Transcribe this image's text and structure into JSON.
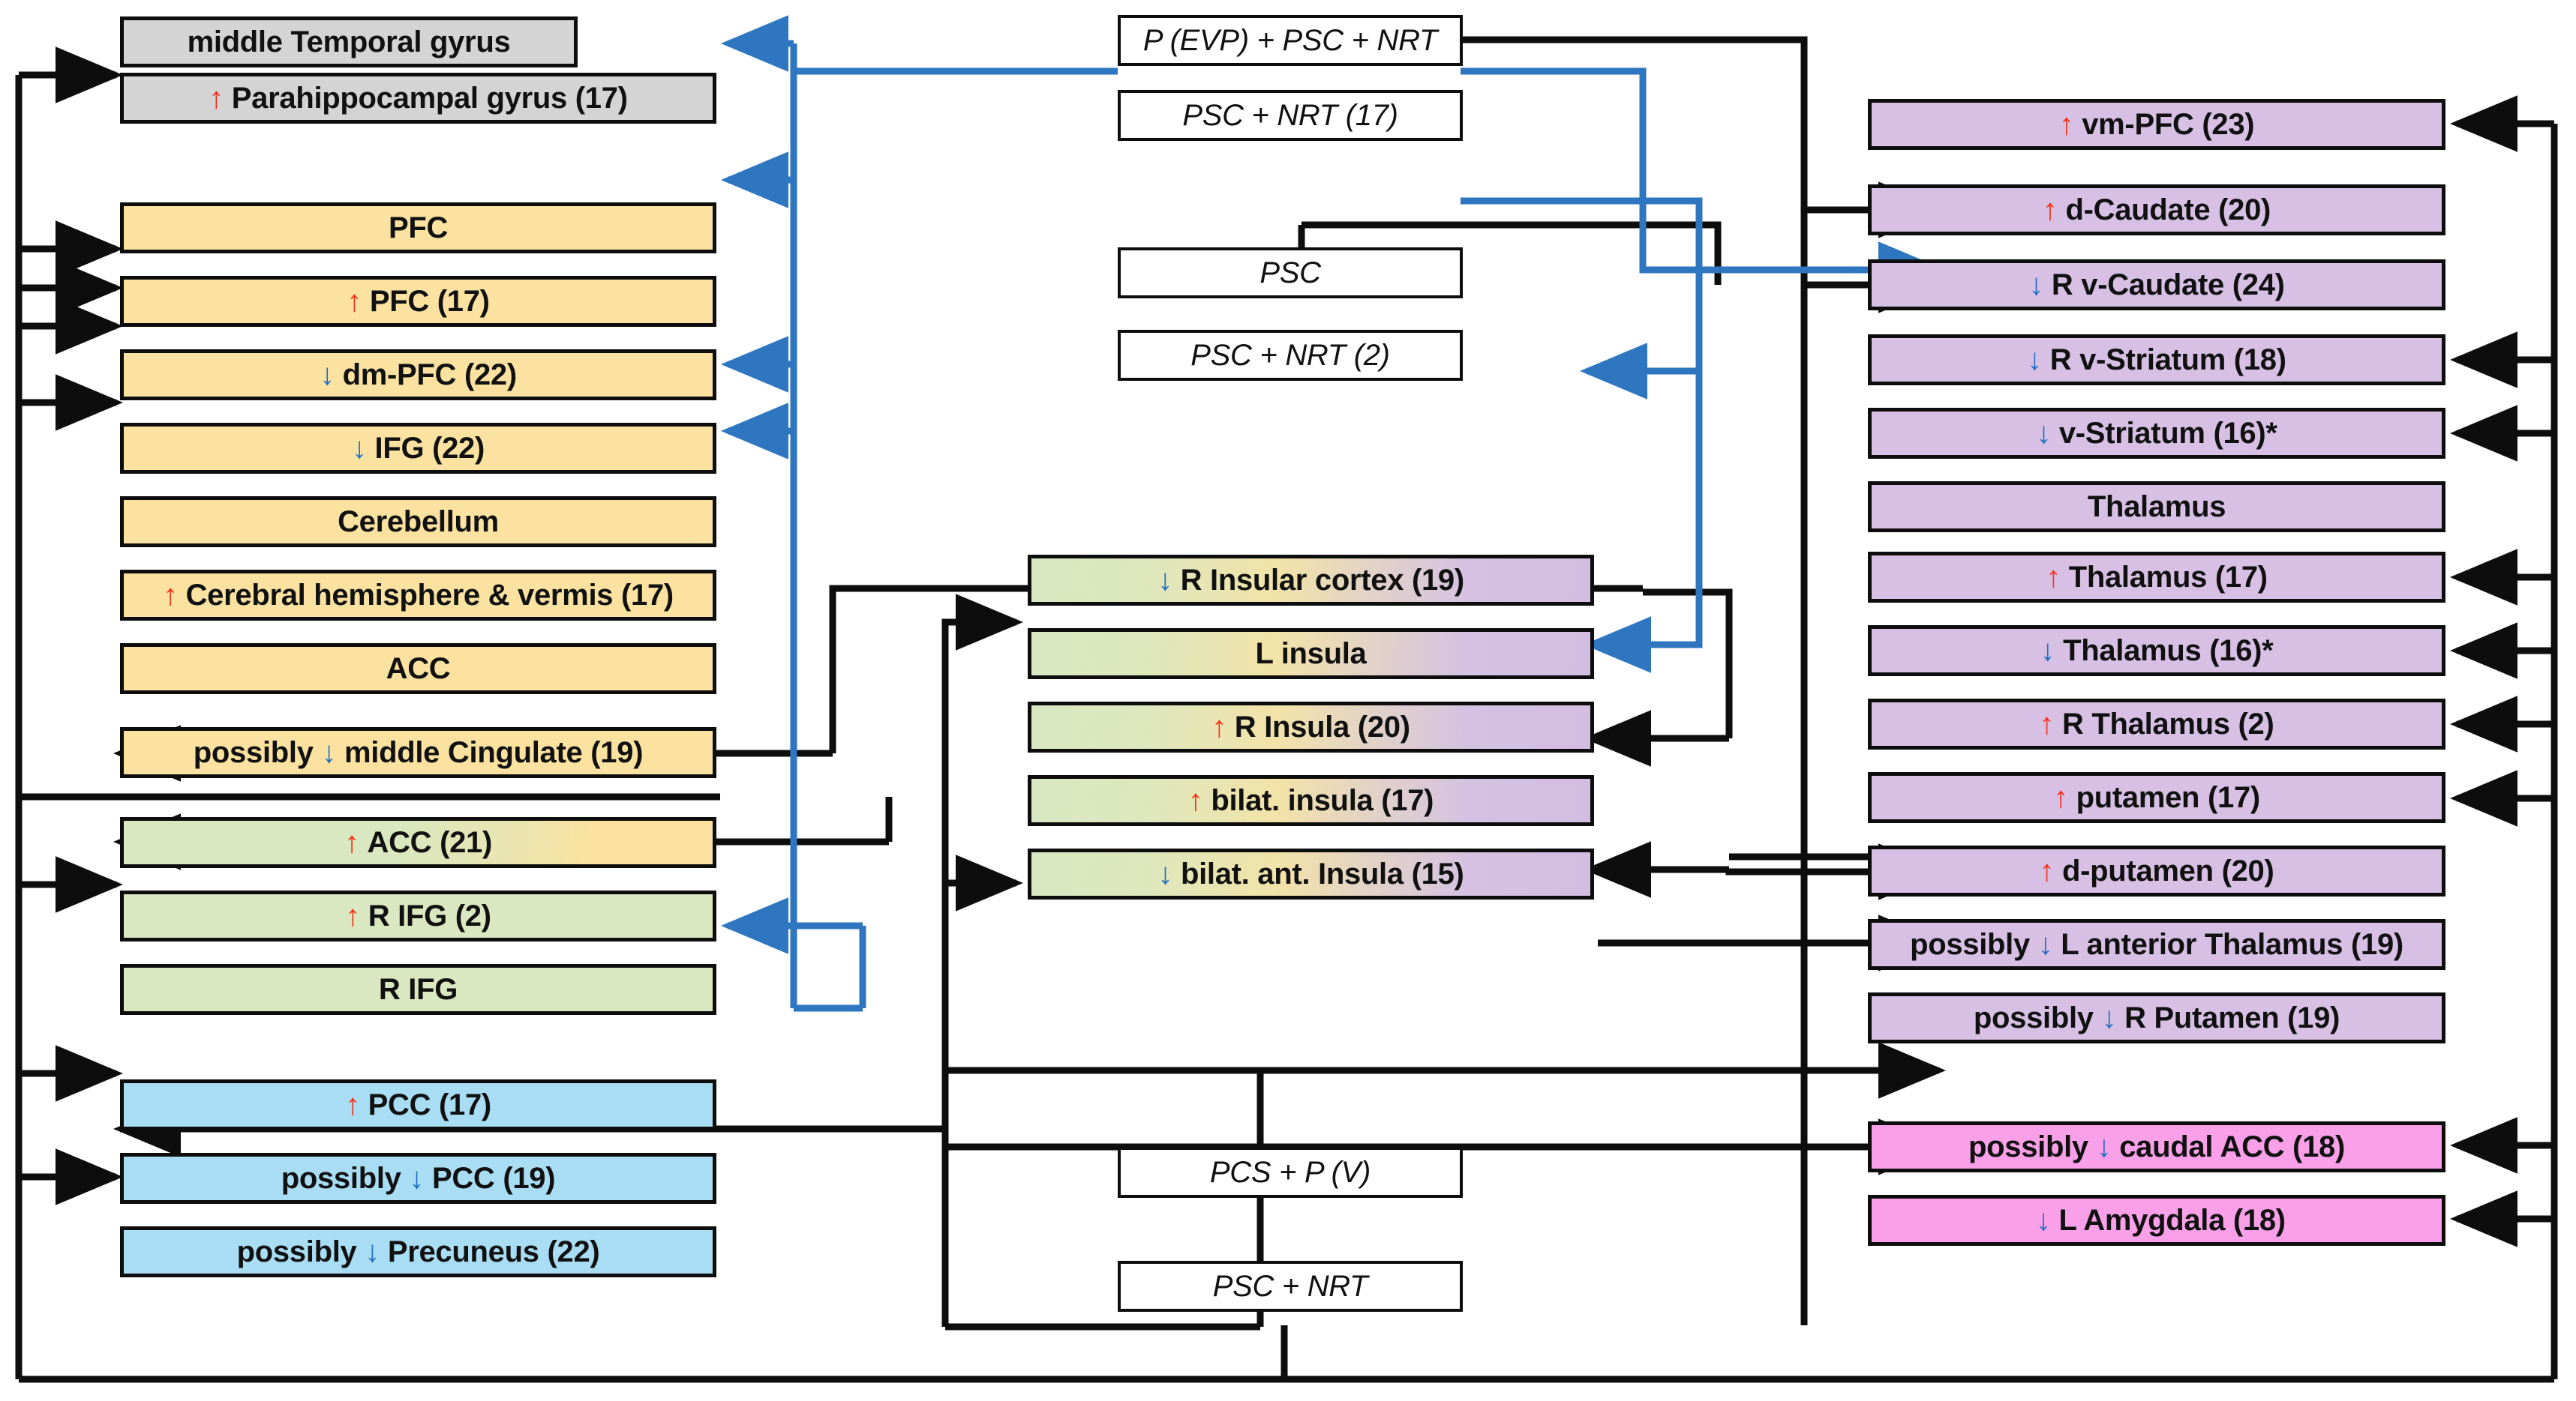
{
  "colors": {
    "up_arrow": "#f5331b",
    "down_arrow": "#1f6fc4",
    "grey": "#d4d4d4",
    "yellow": "#fbe2a0",
    "green": "#d9e8c0",
    "blue": "#a9ddf4",
    "purple": "#d8c0e4",
    "pink": "#f9a0e8",
    "connector_black": "#0d0d0d",
    "connector_blue": "#2e76c0"
  },
  "glyphs": {
    "up": "↑",
    "down": "↓"
  },
  "left_column": {
    "grey_group": [
      {
        "pre": "",
        "arrow": "",
        "label": "middle Temporal gyrus"
      },
      {
        "pre": "",
        "arrow": "up",
        "label": "Parahippocampal gyrus (17)"
      }
    ],
    "yellow_group": [
      {
        "pre": "",
        "arrow": "",
        "label": "PFC"
      },
      {
        "pre": "",
        "arrow": "up",
        "label": "PFC (17)"
      },
      {
        "pre": "",
        "arrow": "down",
        "label": "dm-PFC (22)"
      },
      {
        "pre": "",
        "arrow": "down",
        "label": "IFG (22)"
      },
      {
        "pre": "",
        "arrow": "",
        "label": "Cerebellum"
      },
      {
        "pre": "",
        "arrow": "up",
        "label": "Cerebral hemisphere & vermis (17)"
      },
      {
        "pre": "",
        "arrow": "",
        "label": "ACC"
      },
      {
        "pre": "possibly",
        "arrow": "down",
        "label": "middle Cingulate (19)"
      }
    ],
    "green_group": [
      {
        "pre": "",
        "arrow": "up",
        "label": "ACC (21)"
      },
      {
        "pre": "",
        "arrow": "up",
        "label": "R IFG (2)"
      },
      {
        "pre": "",
        "arrow": "",
        "label": "R IFG"
      }
    ],
    "blue_group": [
      {
        "pre": "",
        "arrow": "up",
        "label": "PCC (17)"
      },
      {
        "pre": "possibly",
        "arrow": "down",
        "label": "PCC (19)"
      },
      {
        "pre": "possibly",
        "arrow": "down",
        "label": "Precuneus (22)"
      }
    ]
  },
  "center_column": {
    "top_boxes": [
      {
        "label": "P (EVP) + PSC + NRT"
      },
      {
        "label": "PSC + NRT (17)"
      },
      {
        "label": "PSC"
      },
      {
        "label": "PSC + NRT (2)"
      }
    ],
    "insula_group": [
      {
        "pre": "",
        "arrow": "down",
        "label": "R Insular cortex (19)"
      },
      {
        "pre": "",
        "arrow": "",
        "label": "L insula"
      },
      {
        "pre": "",
        "arrow": "up",
        "label": "R Insula (20)"
      },
      {
        "pre": "",
        "arrow": "up",
        "label": "bilat. insula (17)"
      },
      {
        "pre": "",
        "arrow": "down",
        "label": "bilat. ant. Insula (15)"
      }
    ],
    "bottom_boxes": [
      {
        "label": "PCS + P (V)"
      },
      {
        "label": "PSC + NRT"
      }
    ]
  },
  "right_column": {
    "purple_group": [
      {
        "pre": "",
        "arrow": "up",
        "label": "vm-PFC (23)"
      },
      {
        "pre": "",
        "arrow": "up",
        "label": "d-Caudate (20)"
      },
      {
        "pre": "",
        "arrow": "down",
        "label": "R v-Caudate (24)"
      },
      {
        "pre": "",
        "arrow": "down",
        "label": "R v-Striatum (18)"
      },
      {
        "pre": "",
        "arrow": "down",
        "label": "v-Striatum (16)*"
      },
      {
        "pre": "",
        "arrow": "",
        "label": "Thalamus"
      },
      {
        "pre": "",
        "arrow": "up",
        "label": "Thalamus (17)"
      },
      {
        "pre": "",
        "arrow": "down",
        "label": "Thalamus (16)*"
      },
      {
        "pre": "",
        "arrow": "up",
        "label": "R Thalamus (2)"
      },
      {
        "pre": "",
        "arrow": "up",
        "label": "putamen (17)"
      },
      {
        "pre": "",
        "arrow": "up",
        "label": "d-putamen (20)"
      },
      {
        "pre": "possibly",
        "arrow": "down",
        "label": "L anterior Thalamus (19)"
      },
      {
        "pre": "possibly",
        "arrow": "down",
        "label": "R Putamen (19)"
      }
    ],
    "pink_group": [
      {
        "pre": "possibly",
        "arrow": "down",
        "label": "caudal ACC (18)"
      },
      {
        "pre": "",
        "arrow": "down",
        "label": "L Amygdala (18)"
      }
    ]
  }
}
